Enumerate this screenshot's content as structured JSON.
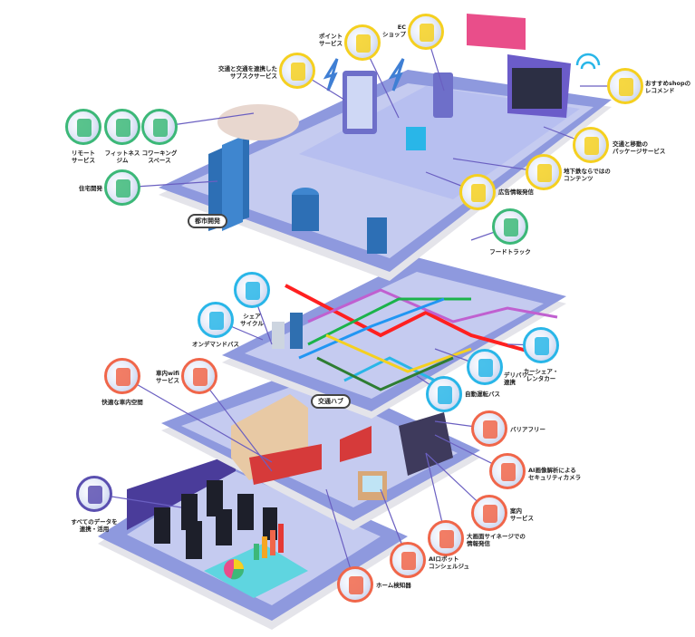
{
  "colors": {
    "commerce": "#f5d020",
    "city": "#3cb878",
    "mobility": "#29b6e8",
    "station": "#f0664a",
    "data": "#5a4fb0",
    "platform": "#c5cbf0",
    "platform_edge": "#7b86d6"
  },
  "platform_tags": {
    "city_development": "都市開発",
    "transport_hub": "交通ハブ"
  },
  "services": [
    {
      "label": "ポイント\nサービス",
      "category": "commerce",
      "icon": "map-pin-icon"
    },
    {
      "label": "EC\nショップ",
      "category": "commerce",
      "icon": "smartphone-shop-icon"
    },
    {
      "label": "交通と交通を連携した\nサブスクサービス",
      "category": "commerce",
      "icon": "ticket-card-icon"
    },
    {
      "label": "おすすめshopの\nレコメンド",
      "category": "commerce",
      "icon": "recommend-icon"
    },
    {
      "label": "交通と移動の\nパッケージサービス",
      "category": "commerce",
      "icon": "package-icon"
    },
    {
      "label": "地下鉄ならではの\nコンテンツ",
      "category": "commerce",
      "icon": "content-icon"
    },
    {
      "label": "広告情報発信",
      "category": "commerce",
      "icon": "advertising-icon"
    },
    {
      "label": "リモート\nサービス",
      "category": "city",
      "icon": "remote-work-icon"
    },
    {
      "label": "フィットネス\nジム",
      "category": "city",
      "icon": "fitness-icon"
    },
    {
      "label": "コワーキング\nスペース",
      "category": "city",
      "icon": "coworking-icon"
    },
    {
      "label": "住宅開発",
      "category": "city",
      "icon": "housing-icon"
    },
    {
      "label": "フードトラック",
      "category": "city",
      "icon": "food-truck-icon"
    },
    {
      "label": "シェア\nサイクル",
      "category": "mobility",
      "icon": "bicycle-icon"
    },
    {
      "label": "オンデマンドバス",
      "category": "mobility",
      "icon": "bus-icon"
    },
    {
      "label": "カーシェア・\nレンタカー",
      "category": "mobility",
      "icon": "car-icon"
    },
    {
      "label": "デリバリー\n連携",
      "category": "mobility",
      "icon": "delivery-icon"
    },
    {
      "label": "自動運転バス",
      "category": "mobility",
      "icon": "autonomous-bus-icon"
    },
    {
      "label": "快適な車内空間",
      "category": "station",
      "icon": "train-interior-icon"
    },
    {
      "label": "車内wifi\nサービス",
      "category": "station",
      "icon": "wifi-icon"
    },
    {
      "label": "バリアフリー",
      "category": "station",
      "icon": "accessibility-icon"
    },
    {
      "label": "AI画像解析による\nセキュリティカメラ",
      "category": "station",
      "icon": "security-camera-icon"
    },
    {
      "label": "案内\nサービス",
      "category": "station",
      "icon": "guide-icon"
    },
    {
      "label": "大画面サイネージでの\n情報発信",
      "category": "station",
      "icon": "signage-icon"
    },
    {
      "label": "AIロボット\nコンシェルジュ",
      "category": "station",
      "icon": "robot-icon"
    },
    {
      "label": "ホーム検知器",
      "category": "station",
      "icon": "platform-sensor-icon"
    },
    {
      "label": "すべてのデータを\n連携・活用",
      "category": "data",
      "icon": "data-link-icon"
    }
  ]
}
